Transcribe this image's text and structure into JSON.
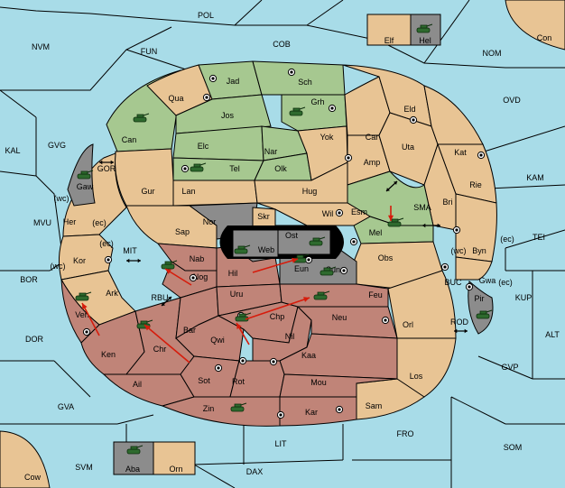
{
  "colors": {
    "sea": "#a8dce8",
    "neutral": "#e8c494",
    "green": "#a6c890",
    "red": "#c08478",
    "grey": "#8c8c8c",
    "arrow": "#d61c0c"
  },
  "icons": {
    "army": "tank-icon",
    "fleet": "boat-icon",
    "supply": "supply-center-icon",
    "move": "red-arrow",
    "sea_link": "double-arrow-icon"
  },
  "labels": {
    "POL": "POL",
    "NVM": "NVM",
    "FUN": "FUN",
    "COB": "COB",
    "NOM": "NOM",
    "Con": "Con",
    "Elf": "Elf",
    "Hel": "Hel",
    "KAL": "KAL",
    "GVG": "GVG",
    "OVD": "OVD",
    "KAM": "KAM",
    "GOR": "GOR",
    "Gaw": "Gaw",
    "wc": "(wc)",
    "ec": "(ec)",
    "Her": "Her",
    "MVU": "MVU",
    "BOR": "BOR",
    "Kor": "Kor",
    "MIT": "MIT",
    "RBU": "RBU",
    "Ark": "Ark",
    "Ven": "Ven",
    "DOR": "DOR",
    "Ken": "Ken",
    "Ail": "Ail",
    "GVA": "GVA",
    "Cow": "Cow",
    "SVM": "SVM",
    "Aba": "Aba",
    "Orn": "Orn",
    "DAX": "DAX",
    "LIT": "LIT",
    "FRO": "FRO",
    "SOM": "SOM",
    "GVP": "GVP",
    "ALT": "ALT",
    "KUP": "KUP",
    "TEI": "TEI",
    "BUC": "BUC",
    "ROD": "ROD",
    "Pir": "Pir",
    "Gwa": "Gwa",
    "Byn": "Byn",
    "Rie": "Rie",
    "Kat": "Kat",
    "Bri": "Bri",
    "Uta": "Uta",
    "Eld": "Eld",
    "Car": "Car",
    "Amp": "Amp",
    "SMA": "SMA",
    "Esm": "Esm",
    "Mel": "Mel",
    "Obs": "Obs",
    "Orl": "Orl",
    "Los": "Los",
    "Sam": "Sam",
    "Kar": "Kar",
    "Zin": "Zin",
    "Sot": "Sot",
    "Rot": "Rot",
    "Mou": "Mou",
    "Kaa": "Kaa",
    "Nil": "Nil",
    "Neu": "Neu",
    "Feu": "Feu",
    "Chp": "Chp",
    "Uru": "Uru",
    "Qwi": "Qwi",
    "Bar": "Bar",
    "Chr": "Chr",
    "Hil": "Hil",
    "Nog": "Nog",
    "Nab": "Nab",
    "Sap": "Sap",
    "Nor": "Nor",
    "Skr": "Skr",
    "Web": "Web",
    "Ost": "Ost",
    "Eun": "Eun",
    "Sun": "Sun",
    "Wil": "Wil",
    "Hug": "Hug",
    "Lan": "Lan",
    "Gur": "Gur",
    "Tel": "Tel",
    "Olk": "Olk",
    "Nar": "Nar",
    "Elc": "Elc",
    "Jos": "Jos",
    "Can": "Can",
    "Qua": "Qua",
    "Jad": "Jad",
    "Sch": "Sch",
    "Grh": "Grh",
    "Yok": "Yok"
  }
}
